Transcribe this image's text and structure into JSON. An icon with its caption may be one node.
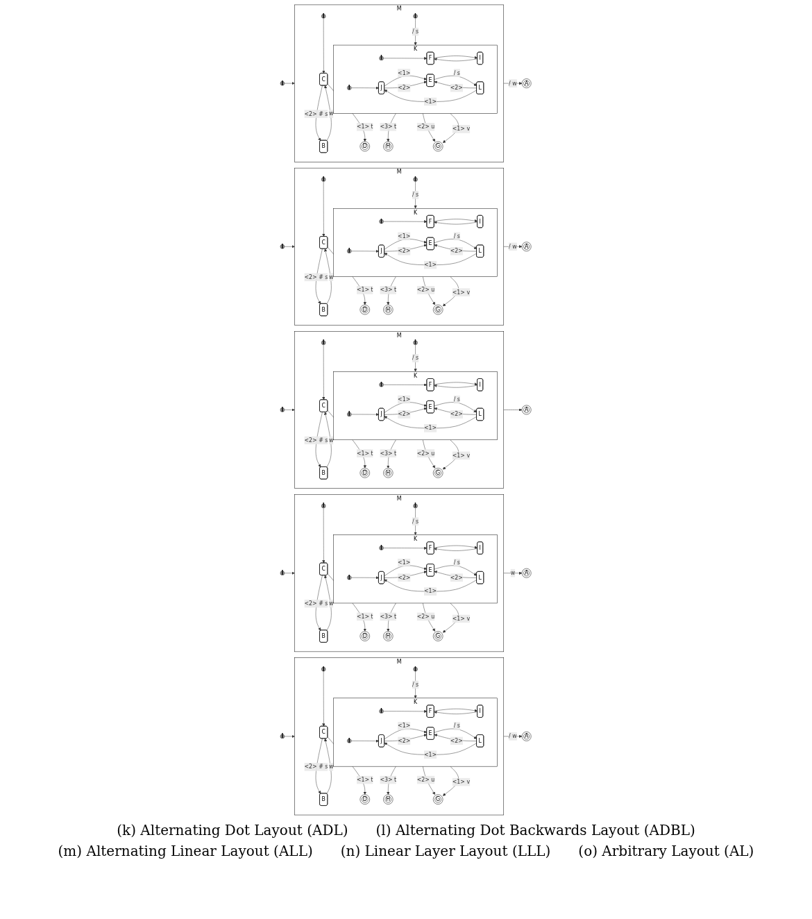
{
  "diagram": {
    "nodes": [
      {
        "text": [
          "I"
        ]
      },
      {
        "text": [
          "M"
        ]
      },
      {
        "text": [
          "I"
        ],
        "in": 1
      },
      {
        "text": [
          "C"
        ],
        "in": 1
      },
      {
        "text": [
          "B"
        ],
        "in": 1
      },
      {
        "text": [
          "D"
        ],
        "in": 1
      },
      {
        "text": [
          "I"
        ],
        "in": 1
      },
      {
        "text": [
          "K"
        ],
        "in": 1
      },
      {
        "text": [
          "I"
        ],
        "in": 7
      },
      {
        "text": [
          "F"
        ],
        "in": 7
      },
      {
        "text": [
          "I"
        ],
        "in": 7
      },
      {
        "text": [
          "I"
        ],
        "in": 7
      },
      {
        "text": [
          "J"
        ],
        "in": 7
      },
      {
        "text": [
          "E"
        ],
        "in": 7
      },
      {
        "text": [
          "L"
        ],
        "in": 7
      },
      {
        "text": [
          "H"
        ],
        "in": 1
      },
      {
        "text": [
          "G"
        ],
        "in": 1
      },
      {
        "text": [
          "A"
        ]
      },
      {
        "text": [
          "I"
        ]
      },
      {
        "text": [
          "M"
        ]
      },
      {
        "text": [
          "I"
        ],
        "in": 19
      },
      {
        "text": [
          "C"
        ],
        "in": 19
      },
      {
        "text": [
          "B"
        ],
        "in": 19
      },
      {
        "text": [
          "D"
        ],
        "in": 19
      },
      {
        "text": [
          "I"
        ],
        "in": 19
      },
      {
        "text": [
          "K"
        ],
        "in": 19
      },
      {
        "text": [
          "I"
        ],
        "in": 25
      },
      {
        "text": [
          "F"
        ],
        "in": 25
      },
      {
        "text": [
          "I"
        ],
        "in": 25
      },
      {
        "text": [
          "I"
        ],
        "in": 25
      },
      {
        "text": [
          "J"
        ],
        "in": 25
      },
      {
        "text": [
          "E"
        ],
        "in": 25
      },
      {
        "text": [
          "L"
        ],
        "in": 25
      },
      {
        "text": [
          "H"
        ],
        "in": 19
      },
      {
        "text": [
          "G"
        ],
        "in": 19
      },
      {
        "text": [
          "A"
        ]
      },
      {
        "text": [
          "I"
        ]
      },
      {
        "text": [
          "M"
        ]
      },
      {
        "text": [
          "I"
        ],
        "in": 37
      },
      {
        "text": [
          "C"
        ],
        "in": 37
      },
      {
        "text": [
          "B"
        ],
        "in": 37
      },
      {
        "text": [
          "D"
        ],
        "in": 37
      },
      {
        "text": [
          "I"
        ],
        "in": 37
      },
      {
        "text": [
          "K"
        ],
        "in": 37
      },
      {
        "text": [
          "I"
        ],
        "in": 43
      },
      {
        "text": [
          "F"
        ],
        "in": 43
      },
      {
        "text": [
          "I"
        ],
        "in": 43
      },
      {
        "text": [
          "I"
        ],
        "in": 43
      },
      {
        "text": [
          "J"
        ],
        "in": 43
      },
      {
        "text": [
          "E"
        ],
        "in": 43
      },
      {
        "text": [
          "L"
        ],
        "in": 43
      },
      {
        "text": [
          "H"
        ],
        "in": 37
      },
      {
        "text": [
          "G"
        ],
        "in": 37
      },
      {
        "text": [
          "A"
        ]
      },
      {
        "text": [
          "I"
        ]
      },
      {
        "text": [
          "M"
        ]
      },
      {
        "text": [
          "I"
        ],
        "in": 55
      },
      {
        "text": [
          "C"
        ],
        "in": 55
      },
      {
        "text": [
          "B"
        ],
        "in": 55
      },
      {
        "text": [
          "D"
        ],
        "in": 55
      },
      {
        "text": [
          "I"
        ],
        "in": 55
      },
      {
        "text": [
          "K"
        ],
        "in": 55
      },
      {
        "text": [
          "I"
        ],
        "in": 61
      },
      {
        "text": [
          "F"
        ],
        "in": 61
      },
      {
        "text": [
          "I"
        ],
        "in": 61
      },
      {
        "text": [
          "I"
        ],
        "in": 61
      },
      {
        "text": [
          "J"
        ],
        "in": 61
      },
      {
        "text": [
          "E"
        ],
        "in": 61
      },
      {
        "text": [
          "L"
        ],
        "in": 61
      },
      {
        "text": [
          "H"
        ],
        "in": 55
      },
      {
        "text": [
          "G"
        ],
        "in": 55
      },
      {
        "text": [
          "A"
        ]
      },
      {
        "text": [
          "I"
        ]
      },
      {
        "text": [
          "M"
        ]
      },
      {
        "text": [
          "I"
        ],
        "in": 73
      },
      {
        "text": [
          "C"
        ],
        "in": 73
      },
      {
        "text": [
          "B"
        ],
        "in": 73
      },
      {
        "text": [
          "D"
        ],
        "in": 73
      },
      {
        "text": [
          "I"
        ],
        "in": 73
      },
      {
        "text": [
          "K"
        ],
        "in": 73
      },
      {
        "text": [
          "I"
        ],
        "in": 79
      },
      {
        "text": [
          "F"
        ],
        "in": 79
      },
      {
        "text": [
          "I"
        ],
        "in": 79
      },
      {
        "text": [
          "I"
        ],
        "in": 79
      },
      {
        "text": [
          "J"
        ],
        "in": 79
      },
      {
        "text": [
          "E"
        ],
        "in": 79
      },
      {
        "text": [
          "L"
        ],
        "in": 79
      },
      {
        "text": [
          "H"
        ],
        "in": 73
      },
      {
        "text": [
          "G"
        ],
        "in": 73
      },
      {
        "text": [
          "A"
        ]
      }
    ],
    "edges": [
      {
        "from": 0,
        "to": 1,
        "arrow": "to"
      },
      {
        "from": 1,
        "to": 17,
        "arrow": "to",
        "label": "/ w"
      },
      {
        "from": 2,
        "to": 3,
        "arrow": "to"
      },
      {
        "from": 3,
        "to": 4,
        "arrow": "to",
        "label": "<2> # s"
      },
      {
        "from": 4,
        "to": 3,
        "arrow": "to",
        "label": "w"
      },
      {
        "from": 3,
        "to": 5,
        "arrow": "to",
        "label": "<1> t"
      },
      {
        "from": 6,
        "to": 7,
        "arrow": "to",
        "label": "/ s"
      },
      {
        "from": 8,
        "to": 9,
        "arrow": "to"
      },
      {
        "from": 9,
        "to": 10,
        "arrow": "to"
      },
      {
        "from": 10,
        "to": 9,
        "arrow": "to"
      },
      {
        "from": 11,
        "to": 12,
        "arrow": "to"
      },
      {
        "from": 12,
        "to": 13,
        "arrow": "to",
        "label": "<1>"
      },
      {
        "from": 12,
        "to": 13,
        "arrow": "to",
        "label": "<2>"
      },
      {
        "from": 13,
        "to": 14,
        "arrow": "to",
        "label": "/ s"
      },
      {
        "from": 14,
        "to": 13,
        "arrow": "to",
        "label": "<2>"
      },
      {
        "from": 14,
        "to": 12,
        "arrow": "to",
        "label": "<1>"
      },
      {
        "from": 7,
        "to": 15,
        "arrow": "to",
        "label": "<3> t"
      },
      {
        "from": 7,
        "to": 16,
        "arrow": "to",
        "label": "<2> u"
      },
      {
        "from": 7,
        "to": 16,
        "arrow": "to",
        "label": "<1> v"
      },
      {
        "from": 18,
        "to": 19,
        "arrow": "to"
      },
      {
        "from": 19,
        "to": 35,
        "arrow": "to",
        "label": "/ w"
      },
      {
        "from": 20,
        "to": 21,
        "arrow": "to"
      },
      {
        "from": 21,
        "to": 22,
        "arrow": "to",
        "label": "<2> # s"
      },
      {
        "from": 22,
        "to": 21,
        "arrow": "to",
        "label": "w"
      },
      {
        "from": 21,
        "to": 23,
        "arrow": "to",
        "label": "<1> t"
      },
      {
        "from": 24,
        "to": 25,
        "arrow": "to",
        "label": "/ s"
      },
      {
        "from": 26,
        "to": 27,
        "arrow": "to"
      },
      {
        "from": 27,
        "to": 28,
        "arrow": "to"
      },
      {
        "from": 28,
        "to": 27,
        "arrow": "to"
      },
      {
        "from": 29,
        "to": 30,
        "arrow": "to"
      },
      {
        "from": 30,
        "to": 31,
        "arrow": "to",
        "label": "<1>"
      },
      {
        "from": 30,
        "to": 31,
        "arrow": "to",
        "label": "<2>"
      },
      {
        "from": 31,
        "to": 32,
        "arrow": "to",
        "label": "/ s"
      },
      {
        "from": 32,
        "to": 31,
        "arrow": "to",
        "label": "<2>"
      },
      {
        "from": 32,
        "to": 30,
        "arrow": "to",
        "label": "<1>"
      },
      {
        "from": 25,
        "to": 33,
        "arrow": "to",
        "label": "<3> t"
      },
      {
        "from": 25,
        "to": 34,
        "arrow": "to",
        "label": "<2> u"
      },
      {
        "from": 25,
        "to": 34,
        "arrow": "to",
        "label": "<1> v"
      },
      {
        "from": 36,
        "to": 37,
        "arrow": "to"
      },
      {
        "from": 37,
        "to": 53,
        "arrow": "to"
      },
      {
        "from": 38,
        "to": 39,
        "arrow": "to"
      },
      {
        "from": 39,
        "to": 40,
        "arrow": "to",
        "label": "<2> # s"
      },
      {
        "from": 40,
        "to": 39,
        "arrow": "to",
        "label": "w"
      },
      {
        "from": 39,
        "to": 41,
        "arrow": "to",
        "label": "<1> t"
      },
      {
        "from": 42,
        "to": 43,
        "arrow": "to",
        "label": "/ s"
      },
      {
        "from": 44,
        "to": 45,
        "arrow": "to"
      },
      {
        "from": 45,
        "to": 46,
        "arrow": "to"
      },
      {
        "from": 46,
        "to": 45,
        "arrow": "to"
      },
      {
        "from": 47,
        "to": 48,
        "arrow": "to"
      },
      {
        "from": 48,
        "to": 49,
        "arrow": "to",
        "label": "<1>"
      },
      {
        "from": 48,
        "to": 49,
        "arrow": "to",
        "label": "<2>"
      },
      {
        "from": 49,
        "to": 50,
        "arrow": "to",
        "label": "/ s"
      },
      {
        "from": 50,
        "to": 49,
        "arrow": "to",
        "label": "<2>"
      },
      {
        "from": 50,
        "to": 48,
        "arrow": "to",
        "label": "<1>"
      },
      {
        "from": 43,
        "to": 51,
        "arrow": "to",
        "label": "<3> t"
      },
      {
        "from": 43,
        "to": 52,
        "arrow": "to",
        "label": "<2> u"
      },
      {
        "from": 43,
        "to": 52,
        "arrow": "to",
        "label": "<1> v"
      },
      {
        "from": 54,
        "to": 55,
        "arrow": "to"
      },
      {
        "from": 55,
        "to": 71,
        "arrow": "to",
        "label": "w"
      },
      {
        "from": 56,
        "to": 57,
        "arrow": "to"
      },
      {
        "from": 57,
        "to": 58,
        "arrow": "to",
        "label": "<2> # s"
      },
      {
        "from": 58,
        "to": 57,
        "arrow": "to",
        "label": "w"
      },
      {
        "from": 57,
        "to": 59,
        "arrow": "to",
        "label": "<1> t"
      },
      {
        "from": 60,
        "to": 61,
        "arrow": "to",
        "label": "/ s"
      },
      {
        "from": 62,
        "to": 63,
        "arrow": "to"
      },
      {
        "from": 63,
        "to": 64,
        "arrow": "to"
      },
      {
        "from": 64,
        "to": 63,
        "arrow": "to"
      },
      {
        "from": 65,
        "to": 66,
        "arrow": "to"
      },
      {
        "from": 66,
        "to": 67,
        "arrow": "to",
        "label": "<1>"
      },
      {
        "from": 66,
        "to": 67,
        "arrow": "to",
        "label": "<2>"
      },
      {
        "from": 67,
        "to": 68,
        "arrow": "to",
        "label": "/ s"
      },
      {
        "from": 68,
        "to": 67,
        "arrow": "to",
        "label": "<2>"
      },
      {
        "from": 68,
        "to": 66,
        "arrow": "to",
        "label": "<1>"
      },
      {
        "from": 61,
        "to": 69,
        "arrow": "to",
        "label": "<3> t"
      },
      {
        "from": 61,
        "to": 70,
        "arrow": "to",
        "label": "<2> u"
      },
      {
        "from": 61,
        "to": 70,
        "arrow": "to",
        "label": "<1> v"
      },
      {
        "from": 72,
        "to": 73,
        "arrow": "to"
      },
      {
        "from": 73,
        "to": 89,
        "arrow": "to",
        "label": "/ w"
      },
      {
        "from": 74,
        "to": 75,
        "arrow": "to"
      },
      {
        "from": 75,
        "to": 76,
        "arrow": "to",
        "label": "<2> # s"
      },
      {
        "from": 76,
        "to": 75,
        "arrow": "to",
        "label": "w"
      },
      {
        "from": 75,
        "to": 77,
        "arrow": "to",
        "label": "<1> t"
      },
      {
        "from": 78,
        "to": 79,
        "arrow": "to",
        "label": "/ s"
      },
      {
        "from": 80,
        "to": 81,
        "arrow": "to"
      },
      {
        "from": 81,
        "to": 82,
        "arrow": "to"
      },
      {
        "from": 82,
        "to": 81,
        "arrow": "to"
      },
      {
        "from": 83,
        "to": 84,
        "arrow": "to"
      },
      {
        "from": 84,
        "to": 85,
        "arrow": "to",
        "label": "<1>"
      },
      {
        "from": 84,
        "to": 85,
        "arrow": "to",
        "label": "<2>"
      },
      {
        "from": 85,
        "to": 86,
        "arrow": "to",
        "label": "/ s"
      },
      {
        "from": 86,
        "to": 85,
        "arrow": "to",
        "label": "<2>"
      },
      {
        "from": 86,
        "to": 84,
        "arrow": "to",
        "label": "<1>"
      },
      {
        "from": 79,
        "to": 87,
        "arrow": "to",
        "label": "<3> t"
      },
      {
        "from": 79,
        "to": 88,
        "arrow": "to",
        "label": "<2> u"
      },
      {
        "from": 79,
        "to": 88,
        "arrow": "to",
        "label": "<1> v"
      }
    ],
    "labels": [
      "(k) Alternating Dot Layout (ADL)",
      "(l) Alternating Dot Backwards Layout (ADBL)",
      "(m) Alternating Linear Layout (ALL)",
      "(n) Linear Layer Layout (LLL)",
      "(o) Arbitrary Layout (AL)"
    ]
  }
}
